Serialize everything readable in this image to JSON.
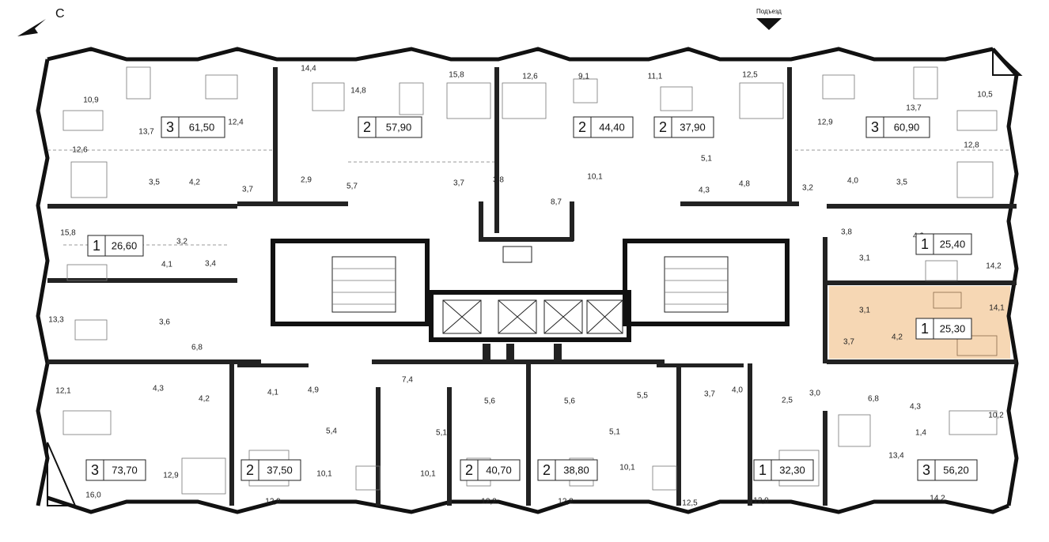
{
  "compass": {
    "label": "С"
  },
  "entrance": {
    "label": "Подъезд"
  },
  "highlighted_apartment": 11,
  "highlight_color": "#f6d7b4",
  "apartments": [
    {
      "rooms": "3",
      "area": "61,50"
    },
    {
      "rooms": "2",
      "area": "57,90"
    },
    {
      "rooms": "2",
      "area": "44,40"
    },
    {
      "rooms": "2",
      "area": "37,90"
    },
    {
      "rooms": "3",
      "area": "60,90"
    },
    {
      "rooms": "1",
      "area": "26,60"
    },
    {
      "rooms": "1",
      "area": "25,40"
    },
    {
      "rooms": "1",
      "area": "25,30"
    },
    {
      "rooms": "3",
      "area": "73,70"
    },
    {
      "rooms": "2",
      "area": "37,50"
    },
    {
      "rooms": "2",
      "area": "40,70"
    },
    {
      "rooms": "2",
      "area": "38,80"
    },
    {
      "rooms": "1",
      "area": "32,30"
    },
    {
      "rooms": "3",
      "area": "56,20"
    }
  ],
  "room_labels": [
    "10,9",
    "13,7",
    "12,4",
    "14,4",
    "14,8",
    "15,8",
    "12,6",
    "9,1",
    "11,1",
    "12,5",
    "12,9",
    "13,7",
    "10,5",
    "12,6",
    "3,5",
    "4,2",
    "3,7",
    "2,9",
    "5,7",
    "3,7",
    "3,8",
    "8,7",
    "10,1",
    "5,1",
    "4,3",
    "4,8",
    "3,2",
    "4,0",
    "3,5",
    "12,8",
    "15,8",
    "3,2",
    "4,1",
    "3,4",
    "3,8",
    "4,2",
    "3,1",
    "14,2",
    "13,3",
    "3,6",
    "6,8",
    "3,1",
    "14,1",
    "3,7",
    "4,2",
    "12,1",
    "4,3",
    "4,2",
    "4,1",
    "4,9",
    "7,4",
    "5,6",
    "5,6",
    "5,5",
    "3,7",
    "4,0",
    "2,5",
    "3,0",
    "6,8",
    "4,3",
    "10,2",
    "5,4",
    "5,1",
    "5,1",
    "1,4",
    "13,4",
    "12,9",
    "10,1",
    "10,1",
    "10,1",
    "16,0",
    "12,9",
    "12,2",
    "12,2",
    "12,5",
    "12,0",
    "14,2"
  ]
}
